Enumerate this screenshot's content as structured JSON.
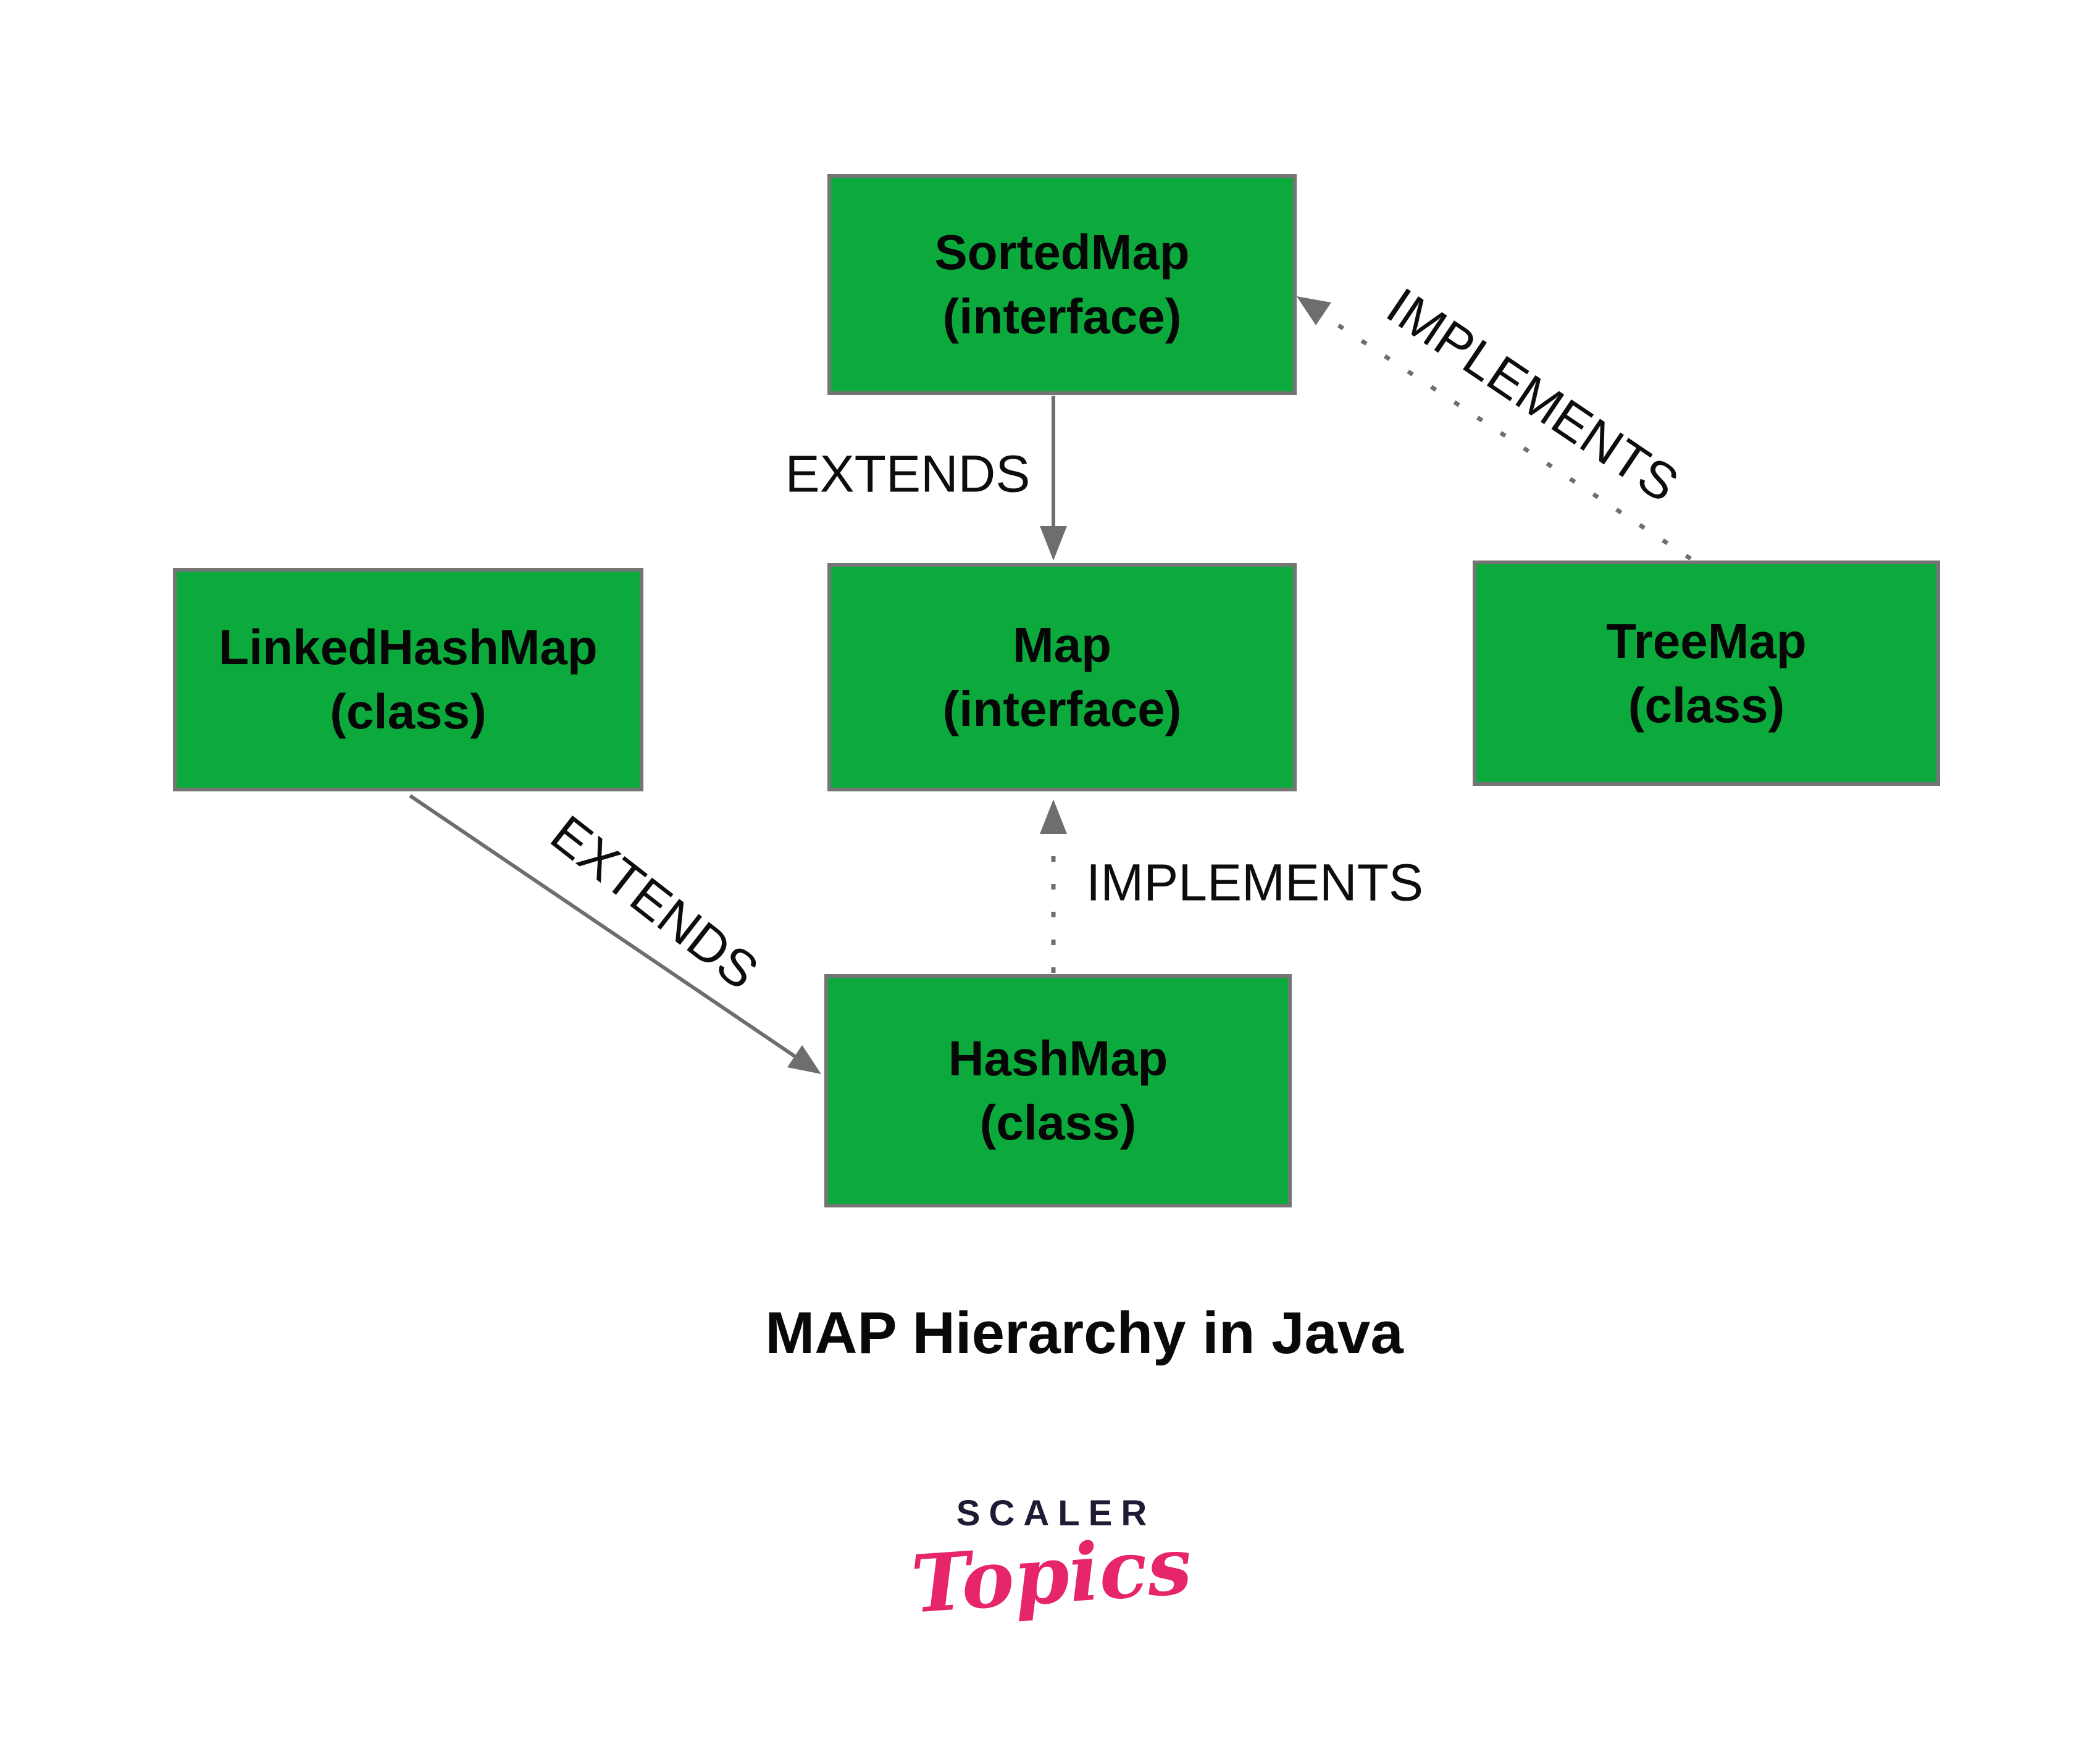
{
  "diagram": {
    "title": "MAP Hierarchy in Java",
    "nodes": [
      {
        "name": "SortedMap",
        "kind": "(interface)"
      },
      {
        "name": "Map",
        "kind": "(interface)"
      },
      {
        "name": "LinkedHashMap",
        "kind": "(class)"
      },
      {
        "name": "TreeMap",
        "kind": "(class)"
      },
      {
        "name": "HashMap",
        "kind": "(class)"
      }
    ],
    "edges": [
      {
        "label": "EXTENDS",
        "from": "SortedMap",
        "to": "Map",
        "style": "solid"
      },
      {
        "label": "IMPLEMENTS",
        "from": "TreeMap",
        "to": "SortedMap",
        "style": "dotted"
      },
      {
        "label": "EXTENDS",
        "from": "LinkedHashMap",
        "to": "HashMap",
        "style": "solid"
      },
      {
        "label": "IMPLEMENTS",
        "from": "HashMap",
        "to": "Map",
        "style": "dotted"
      }
    ],
    "colors": {
      "node_fill": "#0caa3c",
      "node_border": "#757575",
      "arrow": "#6e6e6e",
      "label_text": "#0d0d0d"
    }
  },
  "logo": {
    "brand": "SCALER",
    "sub": "Topics",
    "brand_color": "#1c1c34",
    "sub_color": "#e7256b"
  }
}
